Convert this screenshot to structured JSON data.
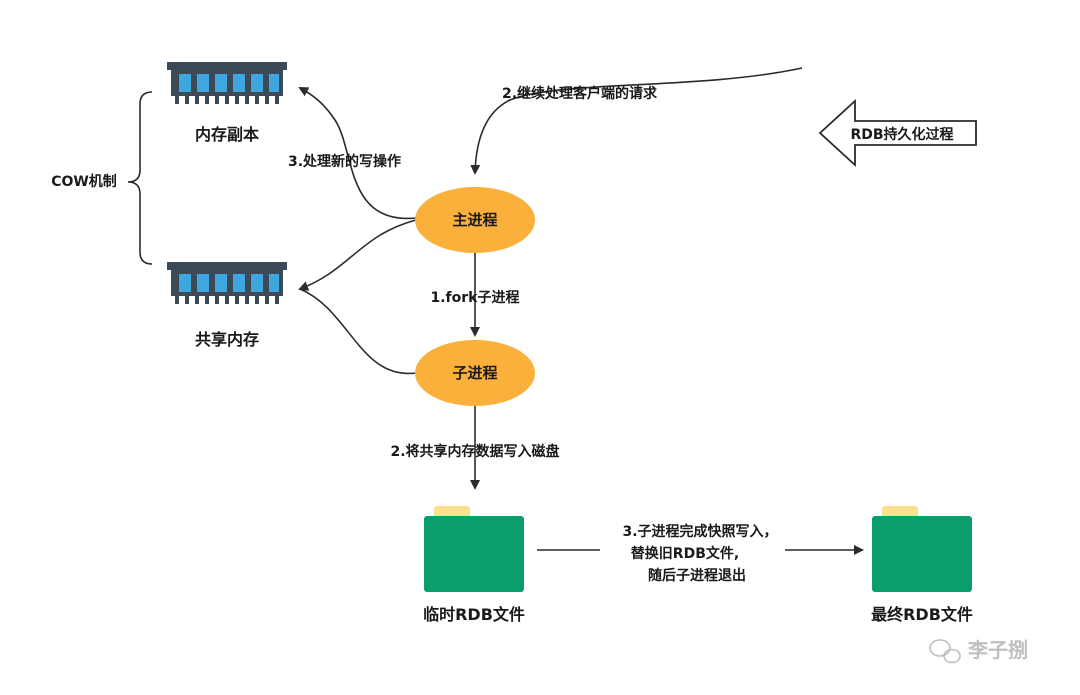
{
  "nodes": {
    "main_process": "主进程",
    "child_process": "子进程",
    "memory_copy": "内存副本",
    "shared_memory": "共享内存",
    "temp_rdb": "临时RDB文件",
    "final_rdb": "最终RDB文件",
    "cow": "COW机制",
    "rdb_persist": "RDB持久化过程"
  },
  "edges": {
    "fork": "1.fork子进程",
    "continue": "2.继续处理客户端的请求",
    "write_ops": "3.处理新的写操作",
    "dump": "2.将共享内存数据写入磁盘",
    "finish_lines": [
      "3.子进程完成快照写入，",
      "替换旧RDB文件,",
      "随后子进程退出"
    ]
  },
  "watermark": "李子捌",
  "colors": {
    "process_fill": "#fbb03b",
    "folder_body": "#0a9d6e",
    "folder_tab": "#fbe08e",
    "chip_body": "#3c4a57",
    "chip_cell": "#3fa7e0",
    "line": "#2b2b2b"
  }
}
